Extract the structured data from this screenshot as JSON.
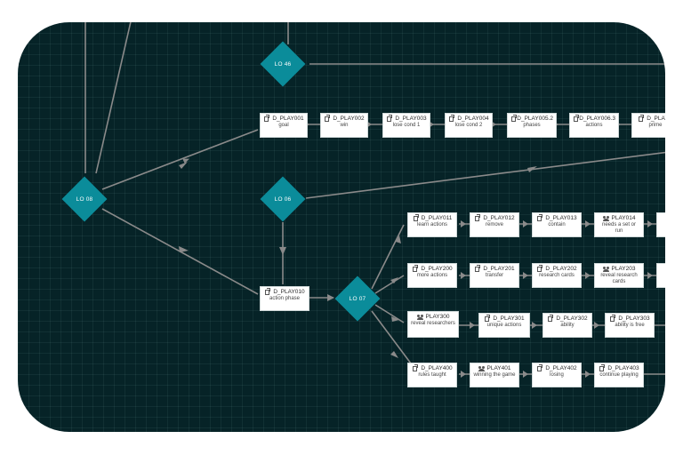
{
  "colors": {
    "background": "#062327",
    "node": "#0b8c9a",
    "edge": "#8a8a8a",
    "card": "#ffffff"
  },
  "hubs": [
    {
      "key": "lo46",
      "label": "LO 46"
    },
    {
      "key": "lo08",
      "label": "LO 08"
    },
    {
      "key": "lo06",
      "label": "LO 06"
    },
    {
      "key": "lo07",
      "label": "LO 07"
    }
  ],
  "cards": [
    {
      "key": "p001",
      "id": "D_PLAY001",
      "caption": "goal",
      "icon": "doc-icon"
    },
    {
      "key": "p002",
      "id": "D_PLAY002",
      "caption": "win",
      "icon": "doc-icon"
    },
    {
      "key": "p003",
      "id": "D_PLAY003",
      "caption": "lose cond 1",
      "icon": "doc-icon"
    },
    {
      "key": "p004",
      "id": "D_PLAY004",
      "caption": "lose cond 2",
      "icon": "doc-icon"
    },
    {
      "key": "p0052",
      "id": "D_PLAY005.2",
      "caption": "phases",
      "icon": "doc-icon"
    },
    {
      "key": "p0063",
      "id": "D_PLAY006.3",
      "caption": "actions",
      "icon": "doc-icon"
    },
    {
      "key": "p007",
      "id": "D_PLAYO",
      "caption": "prime",
      "icon": "doc-icon"
    },
    {
      "key": "p011",
      "id": "D_PLAY011",
      "caption": "learn actions",
      "icon": "doc-icon"
    },
    {
      "key": "p012",
      "id": "D_PLAY012",
      "caption": "remove",
      "icon": "doc-icon"
    },
    {
      "key": "p013",
      "id": "D_PLAY013",
      "caption": "contain",
      "icon": "doc-icon"
    },
    {
      "key": "p014",
      "id": "PLAY014",
      "caption": "needs a set or run",
      "icon": "people-icon"
    },
    {
      "key": "p010",
      "id": "D_PLAY010",
      "caption": "action phase",
      "icon": "doc-icon"
    },
    {
      "key": "p200",
      "id": "D_PLAY200",
      "caption": "more actions",
      "icon": "doc-icon"
    },
    {
      "key": "p201",
      "id": "D_PLAY201",
      "caption": "transfer",
      "icon": "doc-icon"
    },
    {
      "key": "p202",
      "id": "D_PLAY202",
      "caption": "research cards",
      "icon": "doc-icon"
    },
    {
      "key": "p203",
      "id": "PLAY203",
      "caption": "reveal research cards",
      "icon": "people-icon"
    },
    {
      "key": "p300",
      "id": "PLAY300",
      "caption": "reveal researchers",
      "icon": "people-icon"
    },
    {
      "key": "p301",
      "id": "D_PLAY301",
      "caption": "unique actions",
      "icon": "doc-icon"
    },
    {
      "key": "p302",
      "id": "D_PLAY302",
      "caption": "ability",
      "icon": "doc-icon"
    },
    {
      "key": "p303",
      "id": "D_PLAY303",
      "caption": "ability is free",
      "icon": "doc-icon"
    },
    {
      "key": "p400",
      "id": "D_PLAY400",
      "caption": "rules taught",
      "icon": "doc-icon"
    },
    {
      "key": "p401",
      "id": "PLAY401",
      "caption": "winning the game",
      "icon": "people-icon"
    },
    {
      "key": "p402",
      "id": "D_PLAY402",
      "caption": "losing",
      "icon": "doc-icon"
    },
    {
      "key": "p403",
      "id": "D_PLAY403",
      "caption": "continue playing",
      "icon": "doc-icon"
    }
  ]
}
